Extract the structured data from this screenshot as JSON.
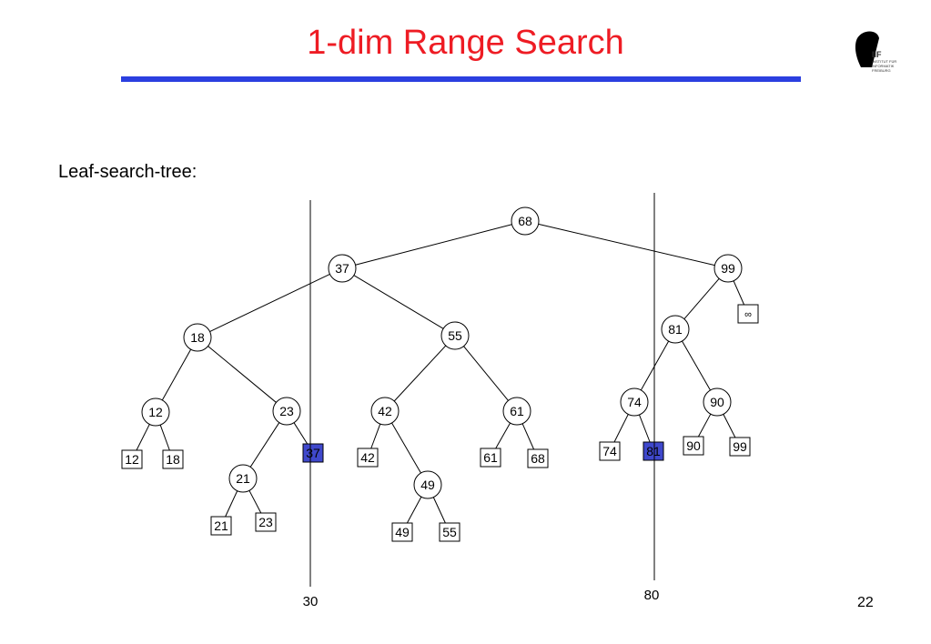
{
  "title": "1-dim Range Search",
  "subtitle": "Leaf-search-tree:",
  "page_number": "22",
  "logo": {
    "text": "IIF",
    "lines": [
      "INSTITUT FÜR",
      "INFORMATIK",
      "FREIBURG"
    ]
  },
  "colors": {
    "title": "#ee1c24",
    "rule": "#2b3fe0",
    "highlight": "#3f48cc"
  },
  "range": {
    "lower": "30",
    "upper": "80"
  },
  "inner_nodes": [
    {
      "id": "n68",
      "label": "68"
    },
    {
      "id": "n37",
      "label": "37"
    },
    {
      "id": "n99",
      "label": "99"
    },
    {
      "id": "n18",
      "label": "18"
    },
    {
      "id": "n55",
      "label": "55"
    },
    {
      "id": "n81",
      "label": "81"
    },
    {
      "id": "n12",
      "label": "12"
    },
    {
      "id": "n23",
      "label": "23"
    },
    {
      "id": "n42",
      "label": "42"
    },
    {
      "id": "n61",
      "label": "61"
    },
    {
      "id": "n74",
      "label": "74"
    },
    {
      "id": "n90",
      "label": "90"
    },
    {
      "id": "n21",
      "label": "21"
    },
    {
      "id": "n49",
      "label": "49"
    }
  ],
  "leaves": [
    {
      "id": "l12",
      "label": "12",
      "highlighted": false
    },
    {
      "id": "l18",
      "label": "18",
      "highlighted": false
    },
    {
      "id": "l37",
      "label": "37",
      "highlighted": true
    },
    {
      "id": "l42",
      "label": "42",
      "highlighted": false
    },
    {
      "id": "l61",
      "label": "61",
      "highlighted": false
    },
    {
      "id": "l68",
      "label": "68",
      "highlighted": false
    },
    {
      "id": "l74",
      "label": "74",
      "highlighted": false
    },
    {
      "id": "l81",
      "label": "81",
      "highlighted": true
    },
    {
      "id": "l90",
      "label": "90",
      "highlighted": false
    },
    {
      "id": "l99",
      "label": "99",
      "highlighted": false
    },
    {
      "id": "linf",
      "label": "∞",
      "highlighted": false
    },
    {
      "id": "l21",
      "label": "21",
      "highlighted": false
    },
    {
      "id": "l23",
      "label": "23",
      "highlighted": false
    },
    {
      "id": "l49",
      "label": "49",
      "highlighted": false
    },
    {
      "id": "l55",
      "label": "55",
      "highlighted": false
    }
  ],
  "edges": [
    [
      "n68",
      "n37"
    ],
    [
      "n68",
      "n99"
    ],
    [
      "n37",
      "n18"
    ],
    [
      "n37",
      "n55"
    ],
    [
      "n99",
      "n81"
    ],
    [
      "n99",
      "linf"
    ],
    [
      "n18",
      "n12"
    ],
    [
      "n18",
      "n23"
    ],
    [
      "n55",
      "n42"
    ],
    [
      "n55",
      "n61"
    ],
    [
      "n81",
      "n74"
    ],
    [
      "n81",
      "n90"
    ],
    [
      "n12",
      "l12"
    ],
    [
      "n12",
      "l18"
    ],
    [
      "n23",
      "n21"
    ],
    [
      "n23",
      "l37"
    ],
    [
      "n42",
      "l42"
    ],
    [
      "n42",
      "n49"
    ],
    [
      "n61",
      "l61"
    ],
    [
      "n61",
      "l68"
    ],
    [
      "n74",
      "l74"
    ],
    [
      "n74",
      "l81"
    ],
    [
      "n90",
      "l90"
    ],
    [
      "n90",
      "l99"
    ],
    [
      "n21",
      "l21"
    ],
    [
      "n21",
      "l23"
    ],
    [
      "n49",
      "l49"
    ],
    [
      "n49",
      "l55"
    ]
  ]
}
